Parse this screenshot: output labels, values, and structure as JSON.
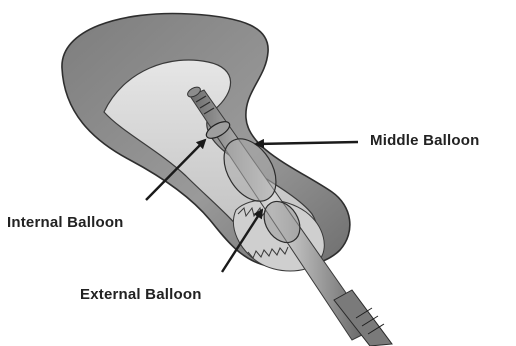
{
  "diagram": {
    "labels": {
      "middle_balloon": "Middle Balloon",
      "internal_balloon": "Internal Balloon",
      "external_balloon": "External Balloon"
    },
    "colors": {
      "uterus_fill": "#8a8a8a",
      "uterus_inner": "#d4d4d4",
      "uterus_outline": "#2e2e2e",
      "shaft": "#b5b5b5",
      "shaft_dark": "#5a5a5a",
      "arrow": "#1a1a1a",
      "text": "#222222"
    }
  }
}
